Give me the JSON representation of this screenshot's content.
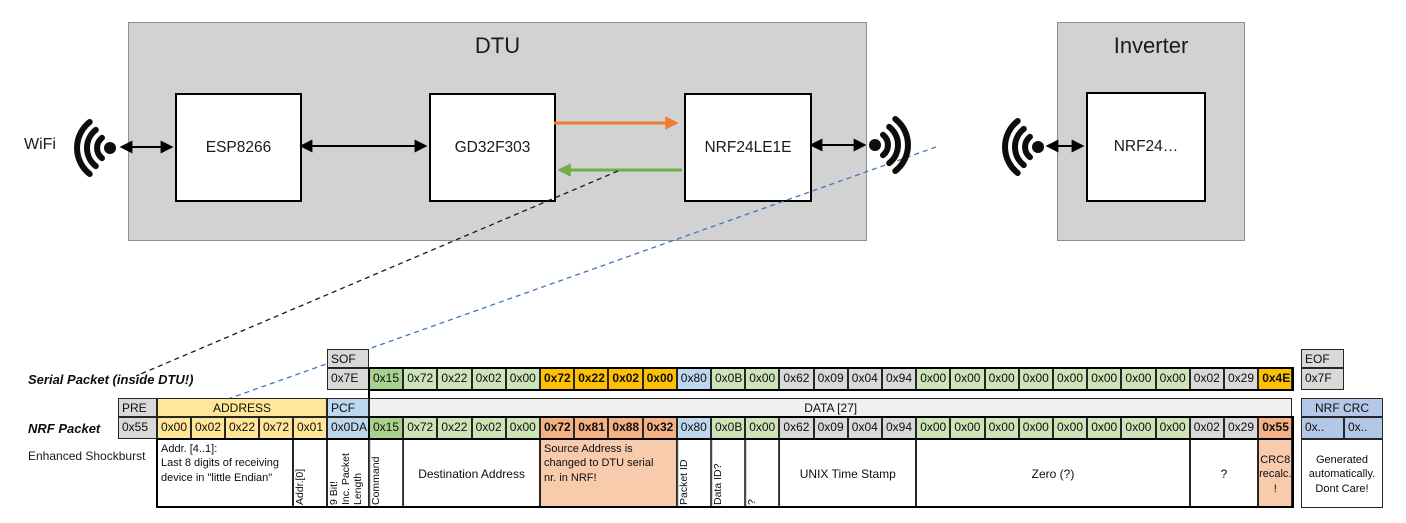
{
  "colors": {
    "gray": "#d9d9d9",
    "light_gray": "#f0f0f0",
    "yellow": "#ffe699",
    "gold": "#ffc000",
    "salmon": "#f4b183",
    "salmon_light": "#f8cbad",
    "blue": "#bdd7ee",
    "blue_crc": "#b4c7e7",
    "green": "#a9d18e",
    "green_light": "#cde3b8",
    "box_gray": "#d2d2d2",
    "orange_arrow": "#ed7d31",
    "green_arrow": "#70ad47",
    "blue_dash": "#4472c4"
  },
  "diagram": {
    "wifi_label": "WiFi",
    "dtu": {
      "title": "DTU",
      "chips": [
        "ESP8266",
        "GD32F303",
        "NRF24LE1E"
      ]
    },
    "inverter": {
      "title": "Inverter",
      "chips": [
        "NRF24…"
      ]
    }
  },
  "serial_packet": {
    "label": "Serial Packet (inside DTU!)",
    "sof": {
      "header": "SOF",
      "value": "0x7E"
    },
    "eof": {
      "header": "EOF",
      "value": "0x7F"
    },
    "bytes": [
      {
        "v": "0x15",
        "c": "green"
      },
      {
        "v": "0x72",
        "c": "green_light"
      },
      {
        "v": "0x22",
        "c": "green_light"
      },
      {
        "v": "0x02",
        "c": "green_light"
      },
      {
        "v": "0x00",
        "c": "green_light"
      },
      {
        "v": "0x72",
        "c": "gold",
        "b": true
      },
      {
        "v": "0x22",
        "c": "gold",
        "b": true
      },
      {
        "v": "0x02",
        "c": "gold",
        "b": true
      },
      {
        "v": "0x00",
        "c": "gold",
        "b": true
      },
      {
        "v": "0x80",
        "c": "blue"
      },
      {
        "v": "0x0B",
        "c": "green_light"
      },
      {
        "v": "0x00",
        "c": "green_light"
      },
      {
        "v": "0x62",
        "c": "gray"
      },
      {
        "v": "0x09",
        "c": "gray"
      },
      {
        "v": "0x04",
        "c": "gray"
      },
      {
        "v": "0x94",
        "c": "gray"
      },
      {
        "v": "0x00",
        "c": "green_light"
      },
      {
        "v": "0x00",
        "c": "green_light"
      },
      {
        "v": "0x00",
        "c": "green_light"
      },
      {
        "v": "0x00",
        "c": "green_light"
      },
      {
        "v": "0x00",
        "c": "green_light"
      },
      {
        "v": "0x00",
        "c": "green_light"
      },
      {
        "v": "0x00",
        "c": "green_light"
      },
      {
        "v": "0x00",
        "c": "green_light"
      },
      {
        "v": "0x02",
        "c": "gray"
      },
      {
        "v": "0x29",
        "c": "gray"
      },
      {
        "v": "0x4E",
        "c": "gold",
        "b": true
      }
    ]
  },
  "nrf_packet": {
    "label": "NRF Packet",
    "sublabel": "Enhanced Shockburst",
    "pre": {
      "header": "PRE",
      "value": "0x55"
    },
    "address": {
      "header": "ADDRESS",
      "values": [
        "0x00",
        "0x02",
        "0x22",
        "0x72",
        "0x01"
      ]
    },
    "pcf": {
      "header": "PCF",
      "value": "0x0DA"
    },
    "data_header": "DATA [27]",
    "bytes": [
      {
        "v": "0x15",
        "c": "green"
      },
      {
        "v": "0x72",
        "c": "green_light"
      },
      {
        "v": "0x22",
        "c": "green_light"
      },
      {
        "v": "0x02",
        "c": "green_light"
      },
      {
        "v": "0x00",
        "c": "green_light"
      },
      {
        "v": "0x72",
        "c": "salmon",
        "b": true
      },
      {
        "v": "0x81",
        "c": "salmon",
        "b": true
      },
      {
        "v": "0x88",
        "c": "salmon",
        "b": true
      },
      {
        "v": "0x32",
        "c": "salmon",
        "b": true
      },
      {
        "v": "0x80",
        "c": "blue"
      },
      {
        "v": "0x0B",
        "c": "green_light"
      },
      {
        "v": "0x00",
        "c": "green_light"
      },
      {
        "v": "0x62",
        "c": "gray"
      },
      {
        "v": "0x09",
        "c": "gray"
      },
      {
        "v": "0x04",
        "c": "gray"
      },
      {
        "v": "0x94",
        "c": "gray"
      },
      {
        "v": "0x00",
        "c": "green_light"
      },
      {
        "v": "0x00",
        "c": "green_light"
      },
      {
        "v": "0x00",
        "c": "green_light"
      },
      {
        "v": "0x00",
        "c": "green_light"
      },
      {
        "v": "0x00",
        "c": "green_light"
      },
      {
        "v": "0x00",
        "c": "green_light"
      },
      {
        "v": "0x00",
        "c": "green_light"
      },
      {
        "v": "0x00",
        "c": "green_light"
      },
      {
        "v": "0x02",
        "c": "gray"
      },
      {
        "v": "0x29",
        "c": "gray"
      },
      {
        "v": "0x55",
        "c": "salmon",
        "b": true
      }
    ],
    "crc": {
      "header": "NRF CRC",
      "values": [
        "0x..",
        "0x.."
      ]
    }
  },
  "annotations": {
    "addr41": "Addr. [4..1]:\nLast 8 digits of receiving\ndevice in \"little Endian\"",
    "addr0": "Addr.[0]",
    "pcf_note": "9 Bit!\nInc. Packet\nLength",
    "command": "Command",
    "dest": "Destination Address",
    "src": "Source Address is\nchanged to DTU serial\nnr. in NRF!",
    "packet_id": "Packet ID",
    "data_id": "Data ID?",
    "q1": "?",
    "unix": "UNIX Time Stamp",
    "zero": "Zero (?)",
    "q2": "?",
    "crc8": "CRC8\nrecalc.\n!",
    "nrf_crc_note": "Generated\nautomatically.\nDont Care!"
  }
}
